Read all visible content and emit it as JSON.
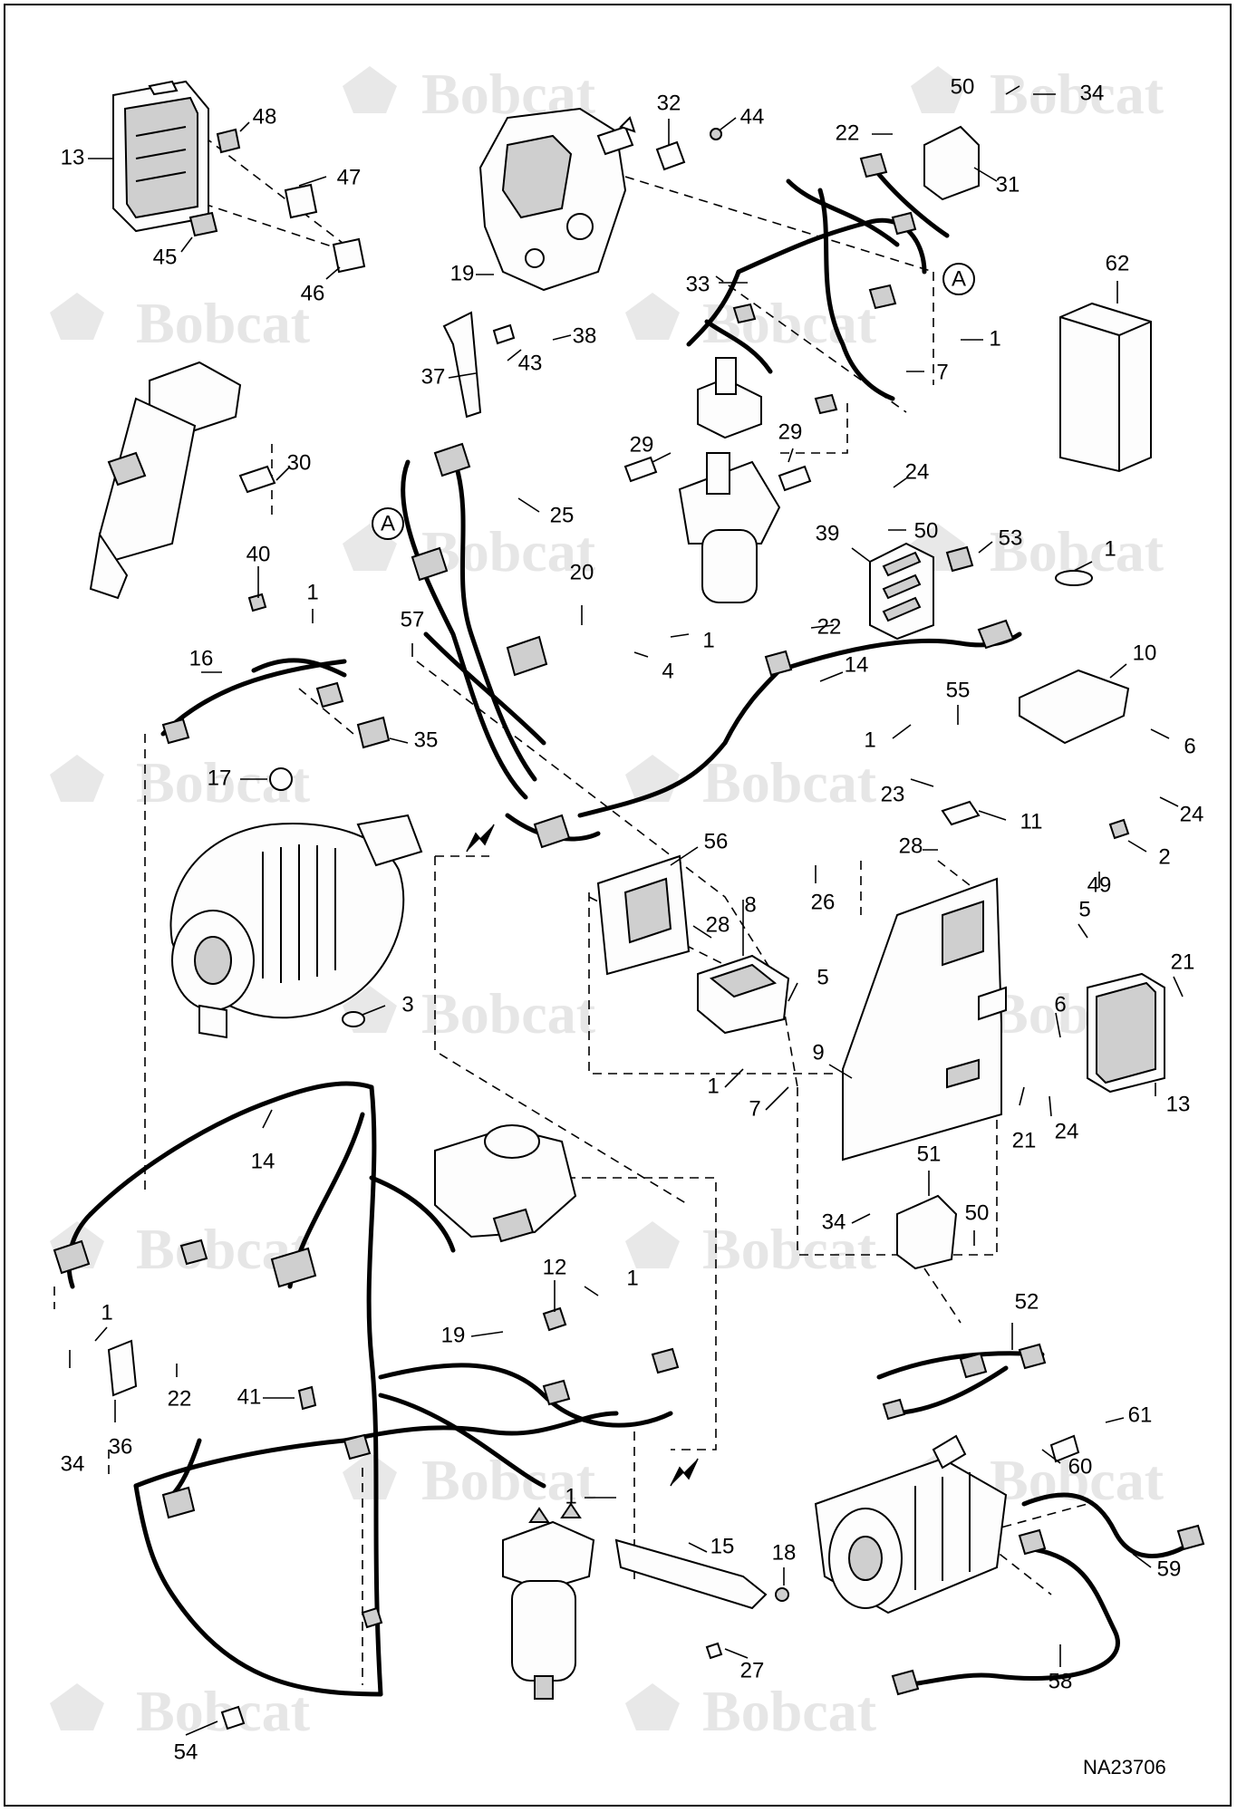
{
  "drawing": {
    "code": "NA23706",
    "watermark_text": "Bobcat",
    "marker_label": "A"
  },
  "callouts": [
    {
      "label": "13"
    },
    {
      "label": "48"
    },
    {
      "label": "47"
    },
    {
      "label": "45"
    },
    {
      "label": "46"
    },
    {
      "label": "32"
    },
    {
      "label": "44"
    },
    {
      "label": "50"
    },
    {
      "label": "34"
    },
    {
      "label": "22"
    },
    {
      "label": "31"
    },
    {
      "label": "62"
    },
    {
      "label": "19"
    },
    {
      "label": "33"
    },
    {
      "label": "38"
    },
    {
      "label": "43"
    },
    {
      "label": "37"
    },
    {
      "label": "1"
    },
    {
      "label": "7"
    },
    {
      "label": "30"
    },
    {
      "label": "29"
    },
    {
      "label": "29"
    },
    {
      "label": "24"
    },
    {
      "label": "25"
    },
    {
      "label": "50"
    },
    {
      "label": "53"
    },
    {
      "label": "1"
    },
    {
      "label": "39"
    },
    {
      "label": "40"
    },
    {
      "label": "1"
    },
    {
      "label": "20"
    },
    {
      "label": "57"
    },
    {
      "label": "1"
    },
    {
      "label": "22"
    },
    {
      "label": "4"
    },
    {
      "label": "16"
    },
    {
      "label": "14"
    },
    {
      "label": "10"
    },
    {
      "label": "55"
    },
    {
      "label": "35"
    },
    {
      "label": "1"
    },
    {
      "label": "6"
    },
    {
      "label": "17"
    },
    {
      "label": "23"
    },
    {
      "label": "11"
    },
    {
      "label": "24"
    },
    {
      "label": "56"
    },
    {
      "label": "28"
    },
    {
      "label": "2"
    },
    {
      "label": "26"
    },
    {
      "label": "49"
    },
    {
      "label": "8"
    },
    {
      "label": "28"
    },
    {
      "label": "5"
    },
    {
      "label": "21"
    },
    {
      "label": "5"
    },
    {
      "label": "3"
    },
    {
      "label": "6"
    },
    {
      "label": "9"
    },
    {
      "label": "1"
    },
    {
      "label": "7"
    },
    {
      "label": "13"
    },
    {
      "label": "21"
    },
    {
      "label": "24"
    },
    {
      "label": "14"
    },
    {
      "label": "51"
    },
    {
      "label": "34"
    },
    {
      "label": "50"
    },
    {
      "label": "12"
    },
    {
      "label": "1"
    },
    {
      "label": "1"
    },
    {
      "label": "19"
    },
    {
      "label": "22"
    },
    {
      "label": "52"
    },
    {
      "label": "41"
    },
    {
      "label": "34"
    },
    {
      "label": "36"
    },
    {
      "label": "61"
    },
    {
      "label": "60"
    },
    {
      "label": "1"
    },
    {
      "label": "15"
    },
    {
      "label": "59"
    },
    {
      "label": "18"
    },
    {
      "label": "27"
    },
    {
      "label": "58"
    },
    {
      "label": "54"
    }
  ]
}
